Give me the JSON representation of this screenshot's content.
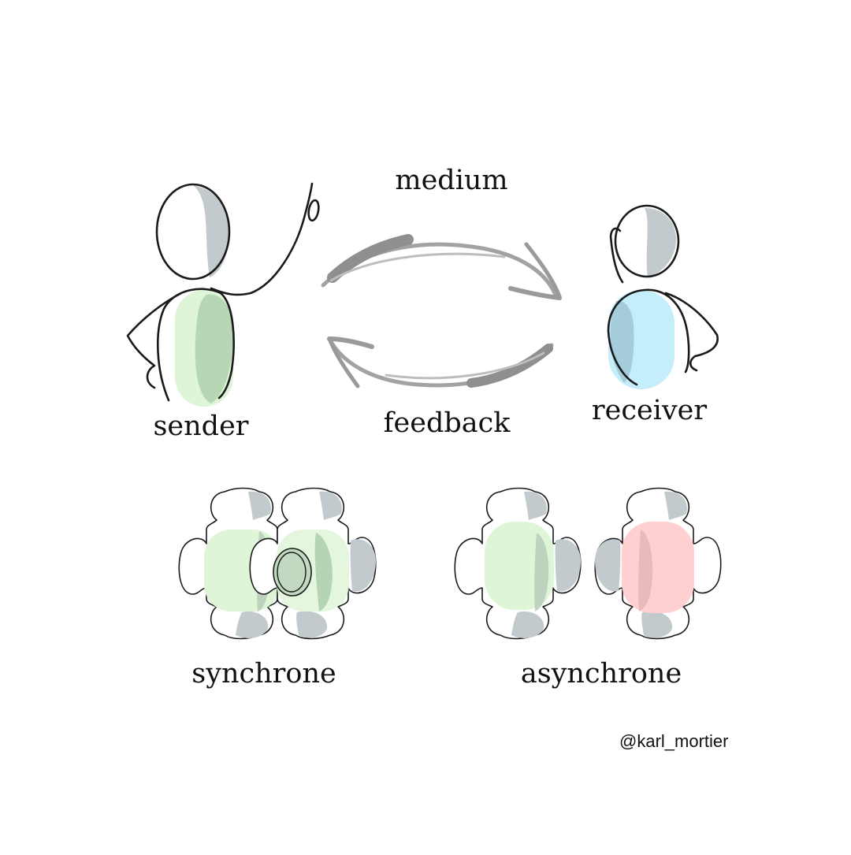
{
  "labels": {
    "medium": "medium",
    "sender": "sender",
    "feedback": "feedback",
    "receiver": "receiver",
    "synchrone": "synchrone",
    "asynchrone": "asynchrone"
  },
  "credit": "@karl_mortier",
  "colors": {
    "background": "#ffffff",
    "ink": "#1a1a1a",
    "shade_grey": "#c2cacd",
    "sender_green": "#dff5d8",
    "receiver_blue": "#c4eefa",
    "async_red": "#ffd0d2",
    "arrow_grey": "#9b9b9b"
  },
  "icons": [
    "sender-figure-icon",
    "receiver-figure-icon",
    "medium-arrow-icon",
    "feedback-arrow-icon",
    "puzzle-piece-icon"
  ]
}
